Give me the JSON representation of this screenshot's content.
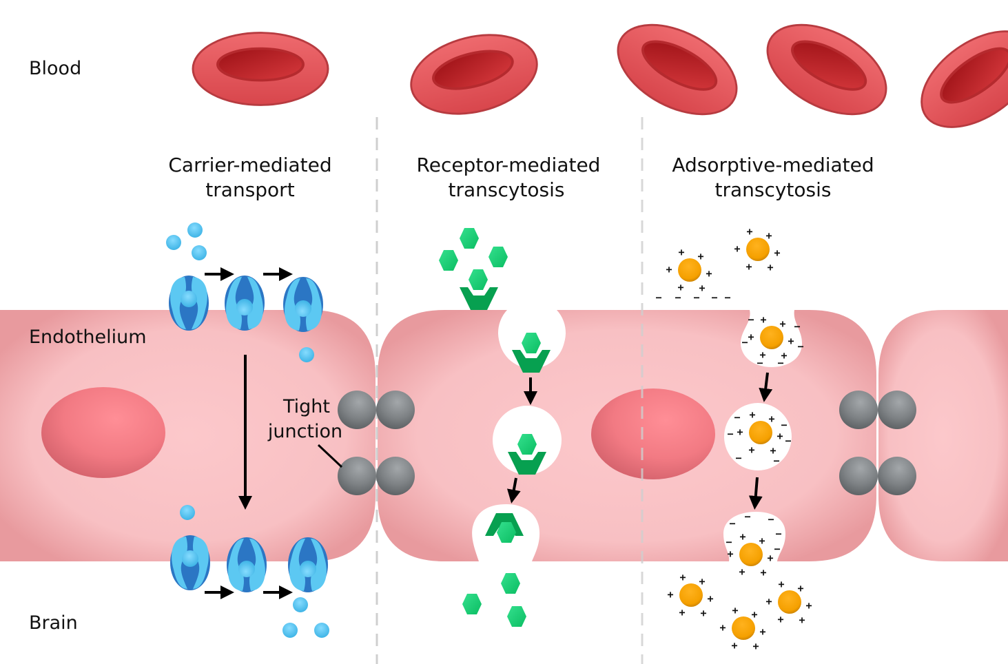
{
  "regions": {
    "blood": "Blood",
    "endothelium": "Endothelium",
    "brain": "Brain"
  },
  "tight_junction_label": [
    "Tight",
    "junction"
  ],
  "pathways": [
    {
      "id": "carrier",
      "title": [
        "Carrier-mediated",
        "transport"
      ],
      "cargo": "small molecule (blue sphere)",
      "carrier": "transporter protein"
    },
    {
      "id": "receptor",
      "title": [
        "Receptor-mediated",
        "transcytosis"
      ],
      "cargo": "ligand (green hexagon)",
      "carrier": "receptor"
    },
    {
      "id": "adsorptive",
      "title": [
        "Adsorptive-mediated",
        "transcytosis"
      ],
      "cargo": "cationic molecule (orange sphere with + charges)",
      "membrane_charge": "negative"
    }
  ],
  "symbols": {
    "positive": "+",
    "negative": "−"
  },
  "colors": {
    "rbc": "#e04a4f",
    "rbc_dark": "#a5151a",
    "endothelium": "#f9c3c6",
    "nucleus": "#f07880",
    "tight_junction": "#7a7e81",
    "transporter_light": "#5cc8f2",
    "transporter_dark": "#2b76c4",
    "ligand_green": "#12c76a",
    "receptor_green": "#07a050",
    "cation_orange": "#f5a000",
    "divider": "#cfcfcf"
  }
}
